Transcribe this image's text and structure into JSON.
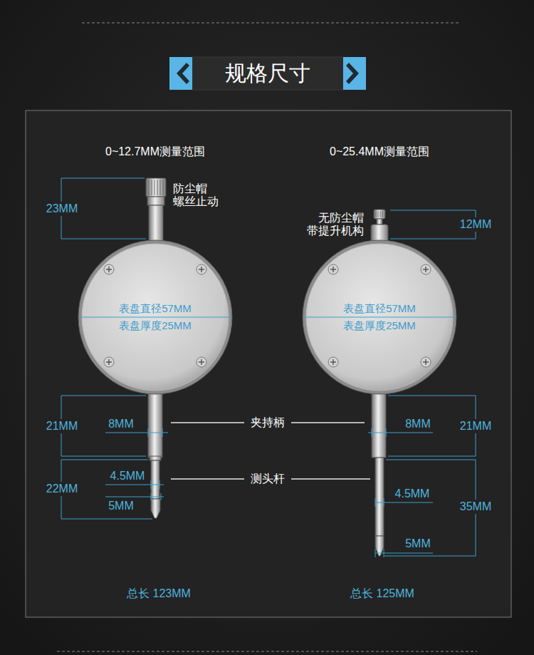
{
  "diagram": {
    "title": "规格尺寸",
    "nodes": [
      {
        "text": [
          "表盘直径57MM",
          "表盘厚度25MM"
        ]
      },
      {
        "text": [
          "表盘直径57MM",
          "表盘厚度25MM"
        ]
      }
    ],
    "labels": [
      "0~12.7MM测量范围",
      "0~25.4MM测量范围",
      "23MM",
      "防尘帽 螺丝止动",
      "无防尘帽 带提升机构",
      "12MM",
      "21MM",
      "8MM",
      "夹持柄",
      "8MM",
      "21MM",
      "22MM",
      "4.5MM",
      "测头杆",
      "4.5MM",
      "35MM",
      "5MM",
      "5MM",
      "总长 123MM",
      "总长 125MM"
    ]
  }
}
